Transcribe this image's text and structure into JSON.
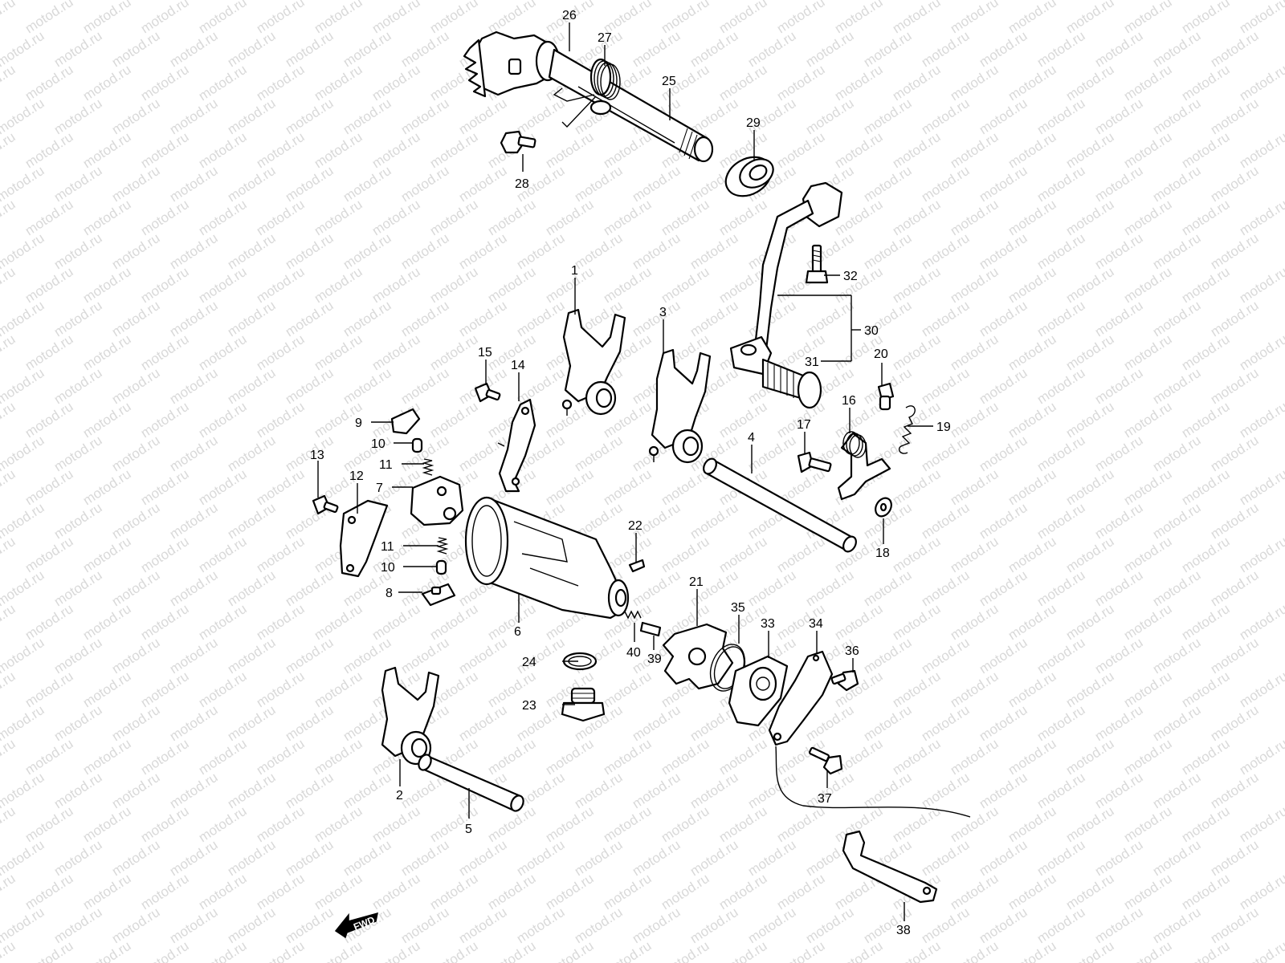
{
  "watermark": "motod.ru",
  "fwd_label": "FWD",
  "callouts": [
    "1",
    "2",
    "3",
    "4",
    "5",
    "6",
    "7",
    "8",
    "9",
    "10",
    "10",
    "11",
    "11",
    "12",
    "13",
    "14",
    "15",
    "16",
    "17",
    "18",
    "19",
    "20",
    "21",
    "22",
    "23",
    "24",
    "25",
    "26",
    "27",
    "28",
    "29",
    "30",
    "31",
    "32",
    "33",
    "34",
    "35",
    "36",
    "37",
    "38",
    "39",
    "40"
  ],
  "colors": {
    "line": "#000000",
    "background": "#ffffff",
    "watermark": "#d9d9d9"
  }
}
